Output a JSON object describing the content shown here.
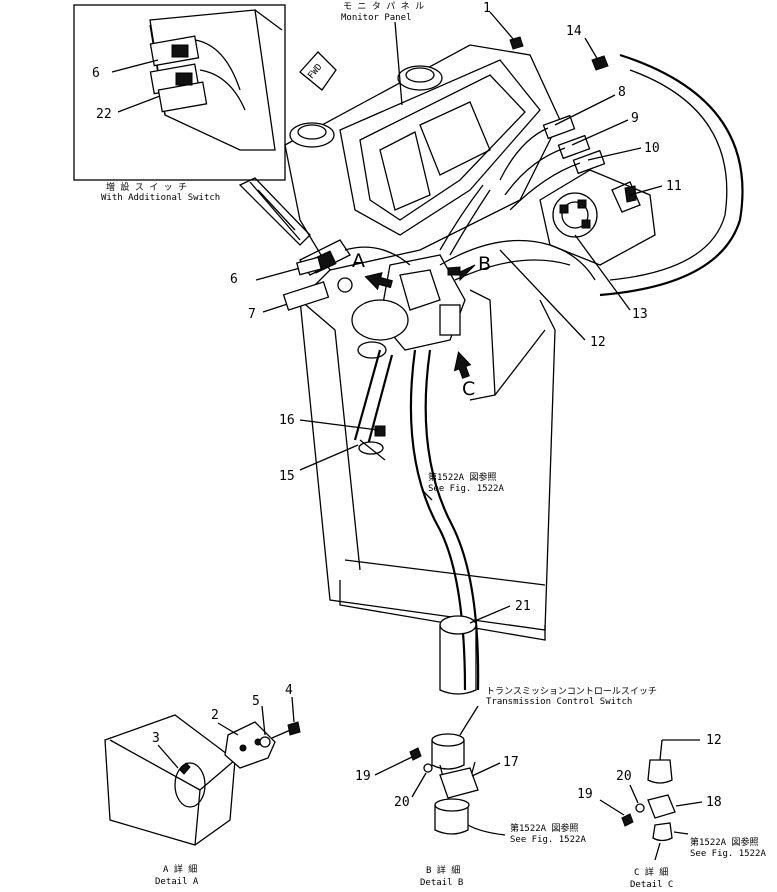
{
  "captions": {
    "monitor_panel_jp": "モ ニ タ パ ネ ル",
    "monitor_panel_en": "Monitor Panel",
    "fwd": "FWD",
    "additional_switch_jp": "増 設 ス イ ッ チ",
    "additional_switch_en": "With Additional Switch",
    "see_fig_jp": "第1522A 図参照",
    "see_fig_en": "See Fig. 1522A",
    "tcs_jp": "トランスミッションコントロールスイッチ",
    "tcs_en": "Transmission Control Switch",
    "detail_a_jp": "A 詳 細",
    "detail_a_en": "Detail A",
    "detail_b_jp": "B 詳 細",
    "detail_b_en": "Detail B",
    "detail_c_jp": "C 詳 細",
    "detail_c_en": "Detail C"
  },
  "view_arrows": {
    "a": "A",
    "b": "B",
    "c": "C"
  },
  "callouts": {
    "n1": "1",
    "n14": "14",
    "n8": "8",
    "n9": "9",
    "n10": "10",
    "n11": "11",
    "n6_inset": "6",
    "n22": "22",
    "n6": "6",
    "n7": "7",
    "n12": "12",
    "n13": "13",
    "n16": "16",
    "n15": "15",
    "n21": "21",
    "n2": "2",
    "n3": "3",
    "n4": "4",
    "n5": "5",
    "n19b": "19",
    "n20b": "20",
    "n17": "17",
    "n12c": "12",
    "n20c": "20",
    "n19c": "19",
    "n18": "18"
  }
}
